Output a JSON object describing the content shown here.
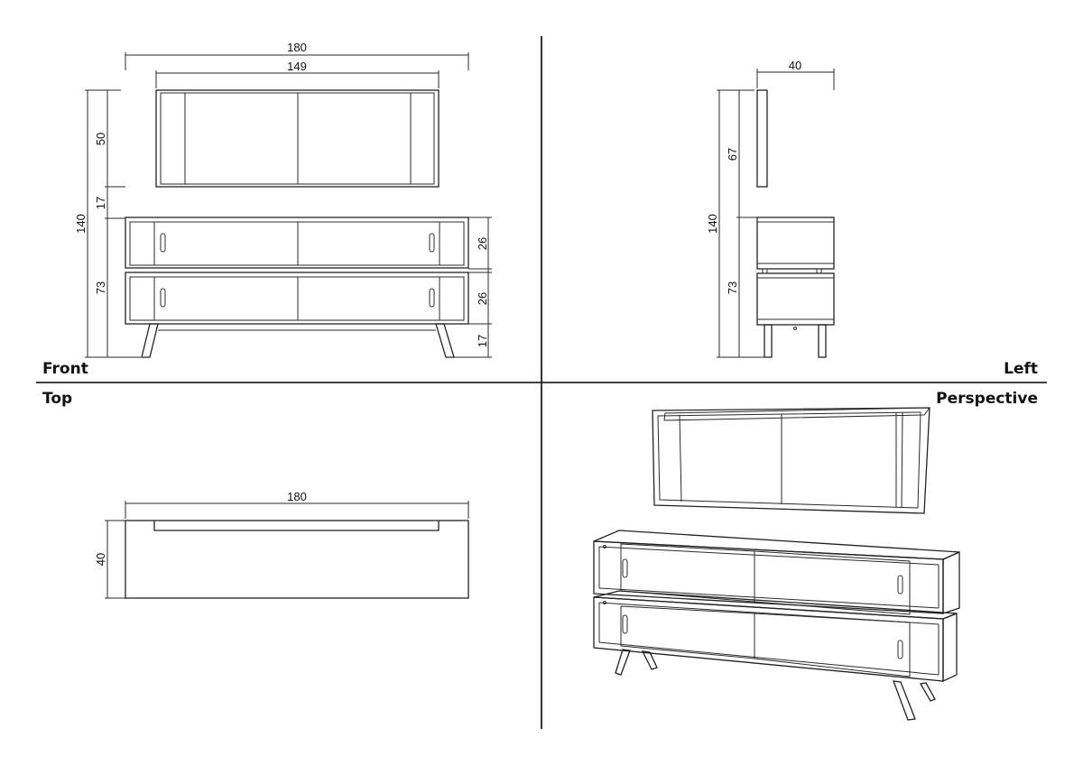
{
  "views": {
    "front": "Front",
    "left": "Left",
    "top": "Top",
    "perspective": "Perspective"
  },
  "dimensions": {
    "front": {
      "overall_width": "180",
      "mirror_width": "149",
      "mirror_height": "50",
      "gap": "17",
      "total_height": "140",
      "cabinet_height": "73",
      "upper_box": "26",
      "lower_box": "26",
      "legs": "17"
    },
    "left": {
      "depth": "40",
      "upper_height": "67",
      "total_height": "140",
      "cabinet_height": "73"
    },
    "top": {
      "width": "180",
      "depth": "40"
    }
  }
}
